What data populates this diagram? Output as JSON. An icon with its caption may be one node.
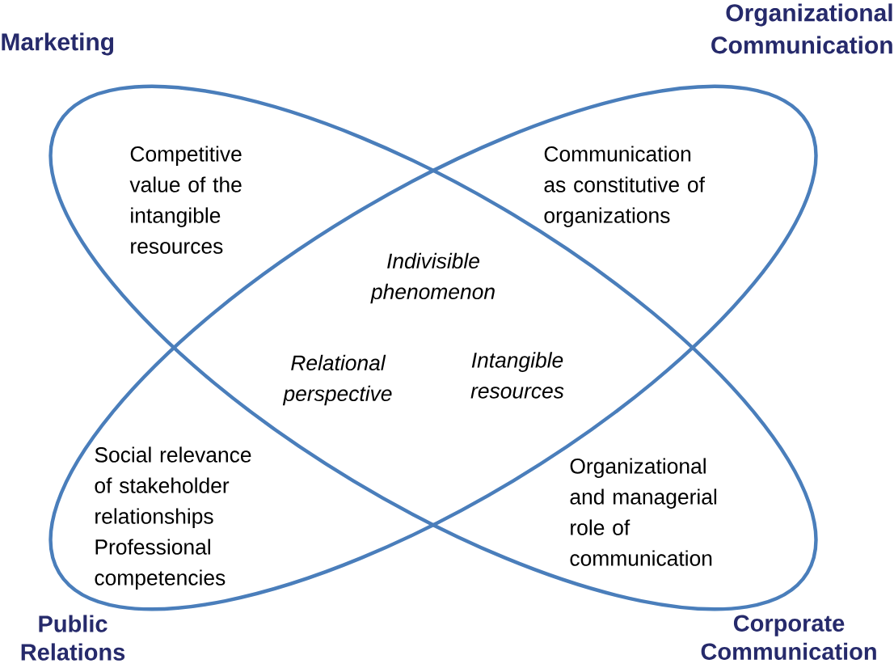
{
  "diagram": {
    "labels": [
      "Marketing",
      "Organizational Communication",
      "Competitive value of the intangible resources",
      "Communication as constitutive of organizations",
      "Indivisible phenomenon",
      "Relational perspective",
      "Intangible resources",
      "Social relevance of stakeholder relationships",
      "Professional competencies",
      "Organizational and managerial role of communication",
      "Public Relations",
      "Corporate Communication"
    ]
  }
}
